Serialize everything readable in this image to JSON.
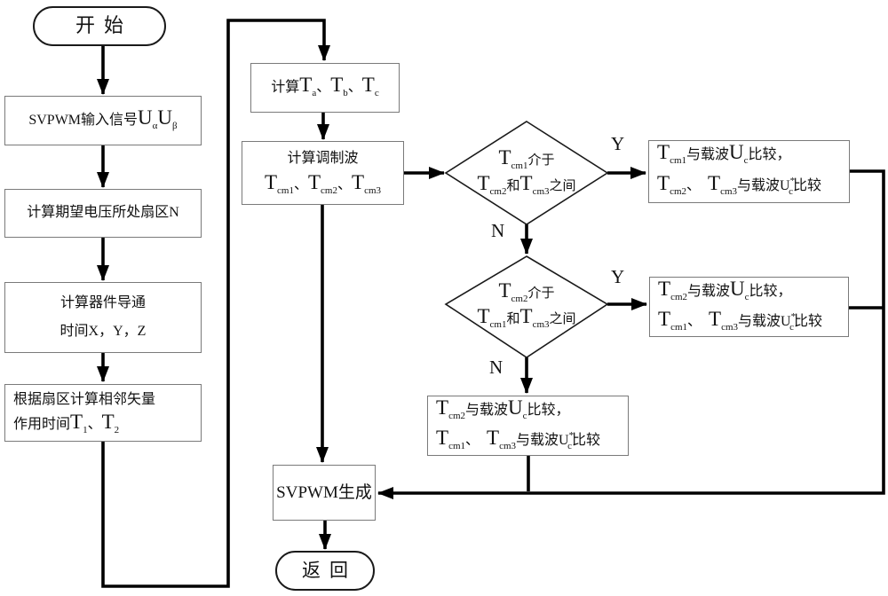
{
  "colors": {
    "line": "#000000",
    "box_border": "#7a7a7a",
    "background": "#ffffff",
    "text": "#111111"
  },
  "branch_labels": {
    "d1_yes": "Y",
    "d1_no": "N",
    "d2_yes": "Y",
    "d2_no": "N"
  },
  "nodes": {
    "start": {
      "label": "开始"
    },
    "end": {
      "label": "返回"
    },
    "svpwm_generate": {
      "label": "SVPWM生成"
    },
    "input_signal": {
      "lines": [
        [
          {
            "t": "SVPWM输入信号"
          },
          {
            "t": "U",
            "v": 1
          },
          {
            "t": "α",
            "sub": 1
          },
          {
            "t": "U",
            "v": 1
          },
          {
            "t": "β",
            "sub": 1
          }
        ]
      ]
    },
    "calc_sector": {
      "lines": [
        [
          {
            "t": "计算期望电压所处扇区N"
          }
        ]
      ]
    },
    "calc_conduction": {
      "lines": [
        [
          {
            "t": "计算器件导通"
          }
        ],
        [
          {
            "t": "时间X，Y，Z"
          }
        ]
      ]
    },
    "calc_vector_time": {
      "lines": [
        [
          {
            "t": "根据扇区计算相邻矢量"
          }
        ],
        [
          {
            "t": "作用时间"
          },
          {
            "t": "T",
            "v": 1
          },
          {
            "t": "1",
            "sub": 1
          },
          {
            "t": "、"
          },
          {
            "t": "T",
            "v": 1
          },
          {
            "t": "2",
            "sub": 1
          }
        ]
      ]
    },
    "calc_tabc": {
      "lines": [
        [
          {
            "t": "计算"
          },
          {
            "t": "T",
            "v": 1
          },
          {
            "t": "a",
            "sub": 1
          },
          {
            "t": "、"
          },
          {
            "t": "T",
            "v": 1
          },
          {
            "t": "b",
            "sub": 1
          },
          {
            "t": "、"
          },
          {
            "t": "T",
            "v": 1
          },
          {
            "t": "c",
            "sub": 1
          }
        ]
      ]
    },
    "calc_modulation": {
      "lines": [
        [
          {
            "t": "计算调制波"
          }
        ],
        [
          {
            "t": "T",
            "v": 1
          },
          {
            "t": "cm1",
            "sub": 1
          },
          {
            "t": "、"
          },
          {
            "t": "T",
            "v": 1
          },
          {
            "t": "cm2",
            "sub": 1
          },
          {
            "t": "、"
          },
          {
            "t": "T",
            "v": 1
          },
          {
            "t": "cm3",
            "sub": 1
          }
        ]
      ]
    },
    "decision1": {
      "lines": [
        [
          {
            "t": "T",
            "v": 1
          },
          {
            "t": "cm1",
            "sub": 1
          },
          {
            "t": "介于"
          }
        ],
        [
          {
            "t": "T",
            "v": 1
          },
          {
            "t": "cm2",
            "sub": 1
          },
          {
            "t": "和"
          },
          {
            "t": "T",
            "v": 1
          },
          {
            "t": "cm3",
            "sub": 1
          },
          {
            "t": "之间"
          }
        ]
      ]
    },
    "decision2": {
      "lines": [
        [
          {
            "t": "T",
            "v": 1
          },
          {
            "t": "cm2",
            "sub": 1
          },
          {
            "t": "介于"
          }
        ],
        [
          {
            "t": "T",
            "v": 1
          },
          {
            "t": "cm1",
            "sub": 1
          },
          {
            "t": "和"
          },
          {
            "t": "T",
            "v": 1
          },
          {
            "t": "cm3",
            "sub": 1
          },
          {
            "t": "之间"
          }
        ]
      ]
    },
    "compare_a": {
      "lines": [
        [
          {
            "t": "T",
            "v": 1
          },
          {
            "t": "cm1",
            "sub": 1
          },
          {
            "t": "与载波"
          },
          {
            "t": "U",
            "v": 1
          },
          {
            "t": "c",
            "sub": 1
          },
          {
            "t": "比较，"
          }
        ],
        [
          {
            "t": "T",
            "v": 1
          },
          {
            "t": "cm2",
            "sub": 1
          },
          {
            "t": "、　"
          },
          {
            "t": "T",
            "v": 1
          },
          {
            "t": "cm3",
            "sub": 1
          },
          {
            "t": "与载波U"
          },
          {
            "t": "*",
            "sup": 1
          },
          {
            "t": "c",
            "sub": 1
          },
          {
            "t": "比较"
          }
        ]
      ]
    },
    "compare_b": {
      "lines": [
        [
          {
            "t": "T",
            "v": 1
          },
          {
            "t": "cm2",
            "sub": 1
          },
          {
            "t": "与载波"
          },
          {
            "t": "U",
            "v": 1
          },
          {
            "t": "c",
            "sub": 1
          },
          {
            "t": "比较，"
          }
        ],
        [
          {
            "t": "T",
            "v": 1
          },
          {
            "t": "cm1",
            "sub": 1
          },
          {
            "t": "、　"
          },
          {
            "t": "T",
            "v": 1
          },
          {
            "t": "cm3",
            "sub": 1
          },
          {
            "t": "与载波U"
          },
          {
            "t": "*",
            "sup": 1
          },
          {
            "t": "c",
            "sub": 1
          },
          {
            "t": "比较"
          }
        ]
      ]
    },
    "compare_c": {
      "lines": [
        [
          {
            "t": "T",
            "v": 1
          },
          {
            "t": "cm2",
            "sub": 1
          },
          {
            "t": "与载波"
          },
          {
            "t": "U",
            "v": 1
          },
          {
            "t": "c",
            "sub": 1
          },
          {
            "t": "比较，"
          }
        ],
        [
          {
            "t": "T",
            "v": 1
          },
          {
            "t": "cm1",
            "sub": 1
          },
          {
            "t": "、　"
          },
          {
            "t": "T",
            "v": 1
          },
          {
            "t": "cm3",
            "sub": 1
          },
          {
            "t": "与载波U"
          },
          {
            "t": "*",
            "sup": 1
          },
          {
            "t": "c",
            "sub": 1
          },
          {
            "t": "比较"
          }
        ]
      ]
    }
  }
}
